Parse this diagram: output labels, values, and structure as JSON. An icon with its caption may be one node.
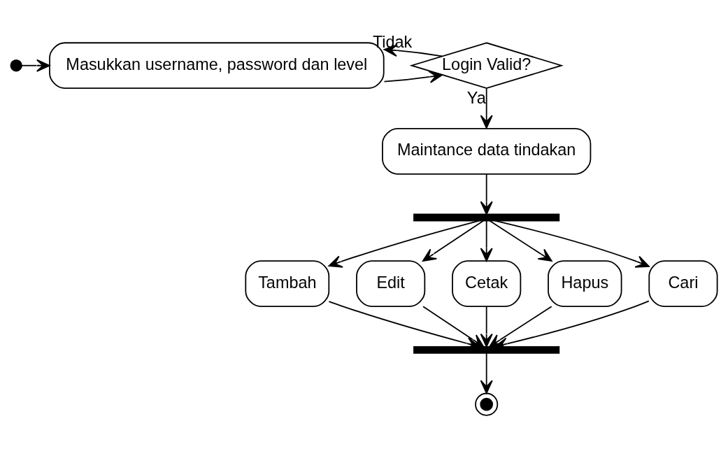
{
  "diagram": {
    "nodes": [
      {
        "text": [],
        "shape": "circle"
      },
      {
        "text": [
          "Masukkan username, password dan level"
        ]
      },
      {
        "text": [
          "Login Valid?"
        ]
      },
      {
        "text": [
          "Maintance data tindakan"
        ]
      },
      {
        "text": [],
        "shape": "bar"
      },
      {
        "text": [
          "Tambah"
        ]
      },
      {
        "text": [
          "Edit"
        ]
      },
      {
        "text": [
          "Cetak"
        ]
      },
      {
        "text": [
          "Hapus"
        ]
      },
      {
        "text": [
          "Cari"
        ]
      },
      {
        "text": [],
        "shape": "bar"
      },
      {
        "text": [],
        "shape": "circle"
      }
    ],
    "edges": [
      {
        "from": 0,
        "to": 1,
        "arrow": "to"
      },
      {
        "from": 1,
        "to": 2,
        "arrow": "to"
      },
      {
        "from": 2,
        "to": 1,
        "arrow": "to",
        "label": "Tidak"
      },
      {
        "from": 2,
        "to": 3,
        "arrow": "to",
        "label": "Ya"
      },
      {
        "from": 3,
        "to": 4,
        "arrow": "to"
      },
      {
        "from": 4,
        "to": 5,
        "arrow": "to"
      },
      {
        "from": 4,
        "to": 6,
        "arrow": "to"
      },
      {
        "from": 4,
        "to": 7,
        "arrow": "to"
      },
      {
        "from": 4,
        "to": 8,
        "arrow": "to"
      },
      {
        "from": 4,
        "to": 9,
        "arrow": "to"
      },
      {
        "from": 5,
        "to": 10,
        "arrow": "to"
      },
      {
        "from": 6,
        "to": 10,
        "arrow": "to"
      },
      {
        "from": 7,
        "to": 10,
        "arrow": "to"
      },
      {
        "from": 8,
        "to": 10,
        "arrow": "to"
      },
      {
        "from": 9,
        "to": 10,
        "arrow": "to"
      },
      {
        "from": 10,
        "to": 11,
        "arrow": "to"
      }
    ]
  }
}
